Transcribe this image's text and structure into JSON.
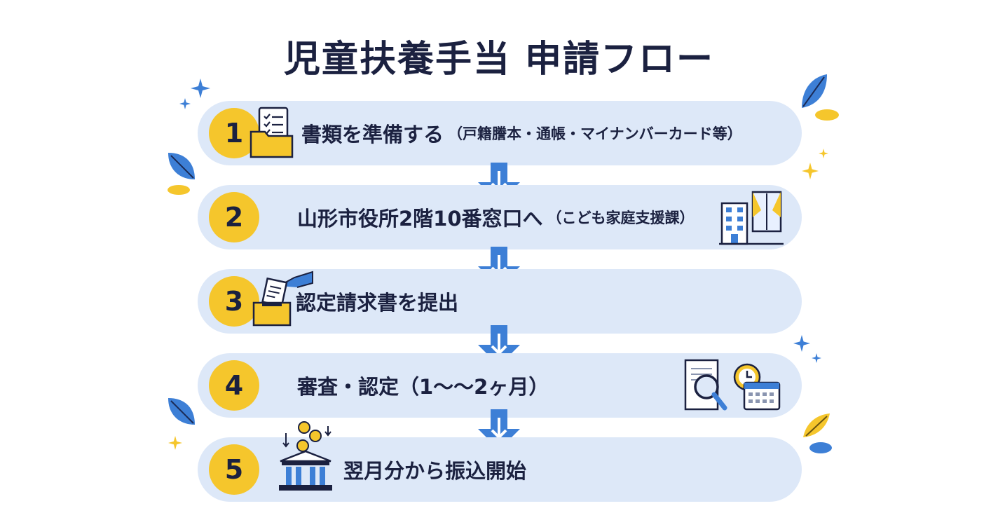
{
  "title": "児童扶養手当 申請フロー",
  "steps": [
    {
      "number": "1",
      "main": "書類を準備する",
      "sub": "（戸籍謄本・通帳・マイナンバーカード等）"
    },
    {
      "number": "2",
      "main": "山形市役所2階10番窓口へ",
      "sub": "（こども家庭支援課）"
    },
    {
      "number": "3",
      "main": "認定請求書を提出",
      "sub": ""
    },
    {
      "number": "4",
      "main": "審査・認定（1〜〜2ヶ月）",
      "sub": ""
    },
    {
      "number": "5",
      "main": "翌月分から振込開始",
      "sub": ""
    }
  ],
  "colors": {
    "step_bg": "#dde8f8",
    "badge": "#f5c62c",
    "arrow": "#3d7fd6",
    "text": "#1b2140",
    "accent_yellow": "#f5c62c",
    "accent_blue": "#3d7fd6"
  },
  "icons": {
    "step1": "document-folder-icon",
    "step2": "city-hall-building-icon",
    "step3": "ballot-box-submit-icon",
    "step4": "review-calendar-clock-icon",
    "step5": "bank-coins-icon"
  }
}
